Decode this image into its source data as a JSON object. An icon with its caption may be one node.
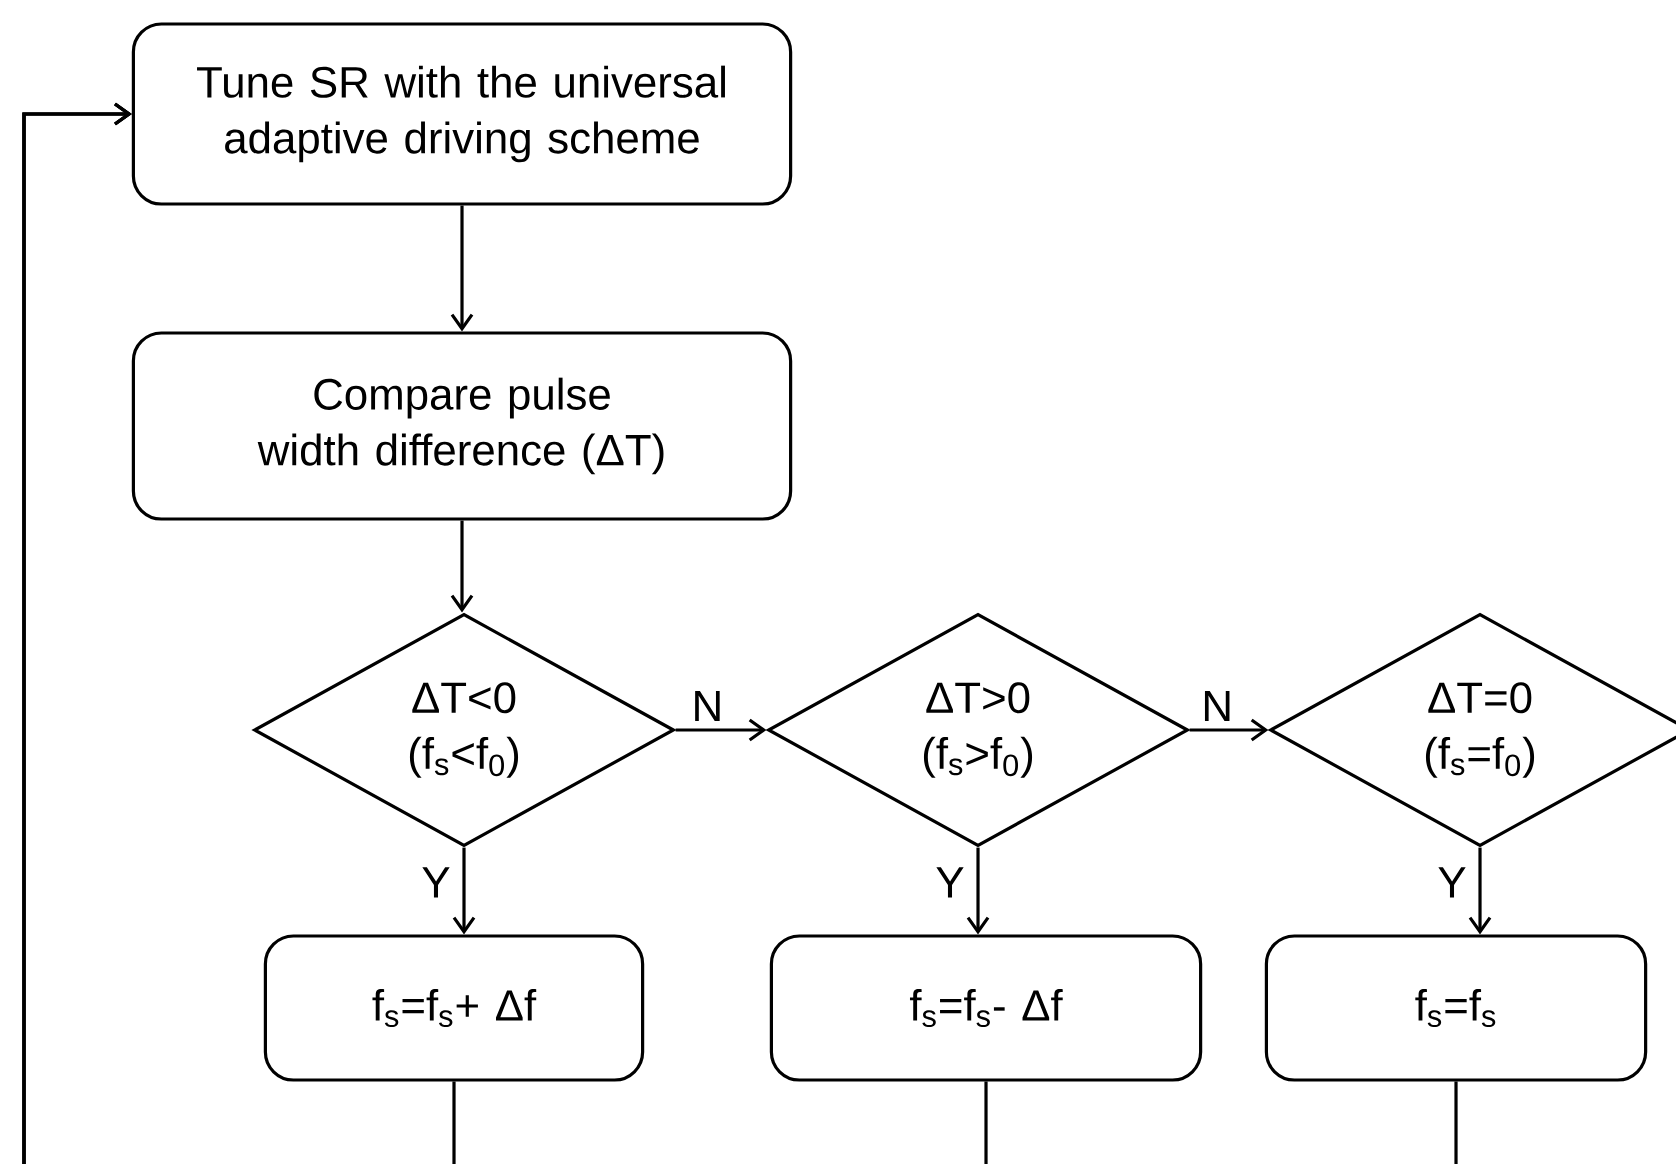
{
  "diagram": {
    "nodes": [
      {
        "text": [
          "Tune SR with the universal adaptive driving scheme"
        ]
      },
      {
        "text": [
          "Compare pulse width difference (ΔT)"
        ]
      },
      {
        "text": [
          "ΔT<0 (f$_{s}$<f$_{0}$)"
        ]
      },
      {
        "text": [
          "ΔT>0 (f$_{s}$>f$_{0}$)"
        ]
      },
      {
        "text": [
          "ΔT=0 (f$_{s}$=f$_{0}$)"
        ]
      },
      {
        "text": [
          "f$_{s}$=f$_{s}$+ Δf"
        ]
      },
      {
        "text": [
          "f$_{s}$=f$_{s}$- Δf"
        ]
      },
      {
        "text": [
          "f$_{s}$=f$_{s}$"
        ]
      }
    ],
    "edges": [
      {
        "from": 0,
        "to": 1,
        "arrow": "to"
      },
      {
        "from": 1,
        "to": 2,
        "arrow": "to"
      },
      {
        "from": 2,
        "to": 3,
        "arrow": "to",
        "label": "N"
      },
      {
        "from": 3,
        "to": 4,
        "arrow": "to",
        "label": "N"
      },
      {
        "from": 2,
        "to": 5,
        "arrow": "to",
        "label": "Y"
      },
      {
        "from": 3,
        "to": 6,
        "arrow": "to",
        "label": "Y"
      },
      {
        "from": 4,
        "to": 7,
        "arrow": "to",
        "label": "Y"
      },
      {
        "from": 5,
        "to": 0,
        "arrow": "to"
      },
      {
        "from": 6,
        "to": 0,
        "arrow": "to"
      },
      {
        "from": 7,
        "to": 0,
        "arrow": "to"
      }
    ]
  }
}
